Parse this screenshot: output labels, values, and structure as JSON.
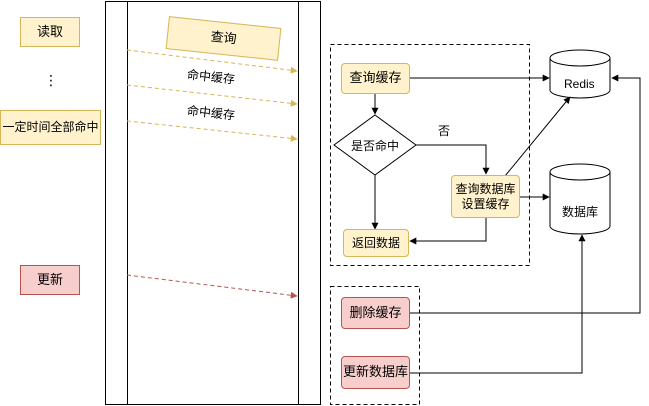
{
  "left": {
    "read": "读取",
    "ellipsis": "⋮",
    "all_hit": "一定时间全部命中",
    "update": "更新"
  },
  "timeline": {
    "query_note": "查询",
    "hit1": "命中缓存",
    "hit2": "命中缓存"
  },
  "read_flow": {
    "query_cache": "查询缓存",
    "is_hit": "是否命中",
    "no": "否",
    "query_db_set_cache_line1": "查询数据库",
    "query_db_set_cache_line2": "设置缓存",
    "return_data": "返回数据"
  },
  "update_flow": {
    "delete_cache": "删除缓存",
    "update_db": "更新数据库"
  },
  "stores": {
    "redis": "Redis",
    "database": "数据库"
  },
  "colors": {
    "yellow_fill": "#fff2cc",
    "yellow_stroke": "#d6b656",
    "red_fill": "#f8cecc",
    "red_stroke": "#b85450",
    "hit_arrow": "#d6b656",
    "update_arrow": "#b85450"
  }
}
